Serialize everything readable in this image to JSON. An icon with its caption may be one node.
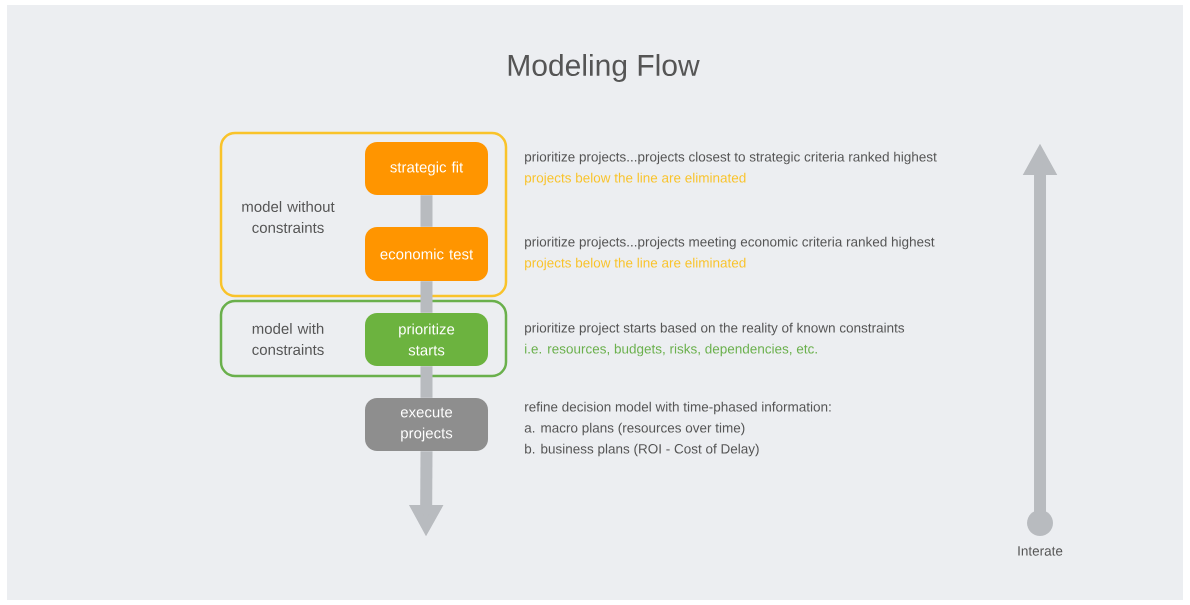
{
  "diagram": {
    "title": "Modeling Flow",
    "nodes": [
      {
        "text": [
          "model without constraints"
        ]
      },
      {
        "text": [
          "strategic fit"
        ],
        "in": 0,
        "beside": [
          "prioritize projects...projects closest to strategic criteria ranked highest",
          "projects below the line are eliminated"
        ]
      },
      {
        "text": [
          "economic test"
        ],
        "in": 0,
        "beside": [
          "prioritize projects...projects meeting economic criteria ranked highest",
          "projects below the line are eliminated"
        ]
      },
      {
        "text": [
          "model with constraints"
        ]
      },
      {
        "text": [
          "prioritize starts"
        ],
        "in": 3,
        "beside": [
          "prioritize project starts based on the reality of known constraints",
          "i.e. resources, budgets, risks, dependencies, etc."
        ]
      },
      {
        "text": [
          "execute projects"
        ],
        "beside": [
          "refine decision model with time-phased information:",
          "a. macro plans (resources over time)",
          "b. business plans (ROI - Cost of Delay)"
        ]
      },
      {
        "text": [],
        "shape": "circle",
        "beside": [
          "Interate"
        ]
      }
    ],
    "edges": [
      {
        "from": 1,
        "to": 2,
        "arrow": "none"
      },
      {
        "from": 2,
        "to": 4,
        "arrow": "none"
      },
      {
        "from": 4,
        "to": 5,
        "arrow": "none"
      },
      {
        "from": 5,
        "to": null,
        "arrow": "to"
      },
      {
        "from": 6,
        "to": null,
        "arrow": "to"
      }
    ]
  }
}
